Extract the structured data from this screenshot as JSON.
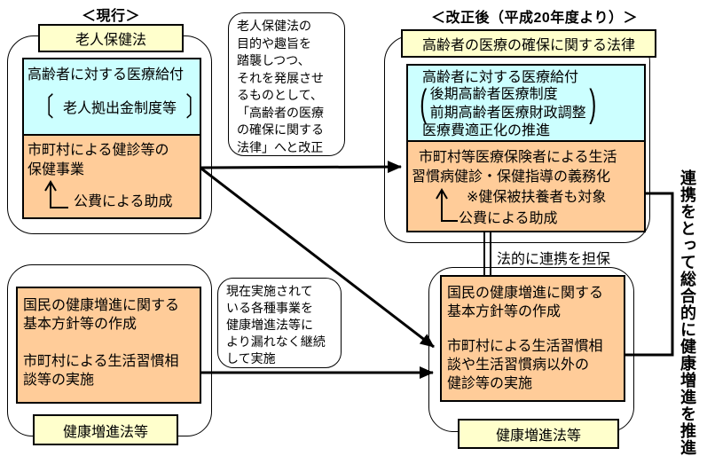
{
  "titles": {
    "current": "＜現行＞",
    "revised": "＜改正後（平成20年度より）＞"
  },
  "current_group": {
    "law_label": "老人保健法",
    "medical_box": {
      "line1": "高齢者に対する医療給付",
      "bracket_open": "〔",
      "bracket_text": "老人拠出金制度等",
      "bracket_close": "〕"
    },
    "health_box": {
      "line1": "市町村による健診等の",
      "line2": "保健事業",
      "subsidy": "公費による助成"
    }
  },
  "revision_bubble": {
    "l1": "老人保健法の",
    "l2": "目的や趣旨を",
    "l3": "踏襲しつつ、",
    "l4": "それを発展させ",
    "l5": "るものとして、",
    "l6": "「高齢者の医療",
    "l7": "の確保に関する",
    "l8": "法律」へと改正"
  },
  "revised_group": {
    "law_label": "高齢者の医療の確保に関する法律",
    "medical_box": {
      "line1": "高齢者に対する医療給付",
      "paren_open": "(",
      "paren_line1": "後期高齢者医療制度",
      "paren_line2": "前期高齢者医療財政調整",
      "paren_close": ")",
      "line2": "医療費適正化の推進"
    },
    "health_box": {
      "line1": "市町村等医療保険者による生活",
      "line2": "習慣病健診・保健指導の義務化",
      "note": "※健保被扶養者も対象",
      "subsidy": "公費による助成"
    }
  },
  "legal_link_label": "法的に連携を担保",
  "continuity_bubble": {
    "l1": "現在実施されて",
    "l2": "いる各種事業を",
    "l3": "健康増進法等に",
    "l4": "より漏れなく継続",
    "l5": "して実施"
  },
  "health_current_group": {
    "box": {
      "p1l1": "国民の健康増進に関する",
      "p1l2": "基本方針等の作成",
      "p2l1": "市町村による生活習慣相",
      "p2l2": "談等の実施"
    },
    "law_label": "健康増進法等"
  },
  "health_revised_group": {
    "box": {
      "p1l1": "国民の健康増進に関する",
      "p1l2": "基本方針等の作成",
      "p2l1": "市町村による生活習慣相",
      "p2l2": "談や生活習慣病以外の",
      "p2l3": "健診等の実施"
    },
    "law_label": "健康増進法等"
  },
  "side_note": "連携をとって総合的に健康増進を推進",
  "colors": {
    "label_bg": "#FFFFCC",
    "medical_bg": "#CCFFFF",
    "health_bg": "#FFCC99",
    "line": "#000000"
  }
}
